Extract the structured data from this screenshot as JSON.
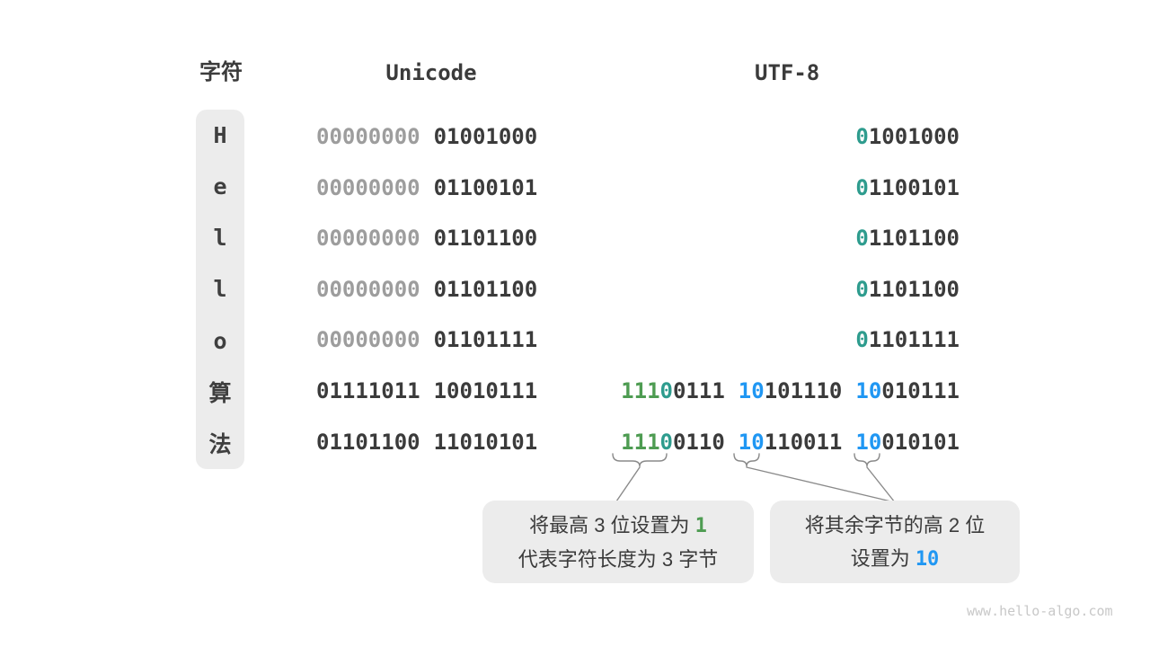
{
  "colors": {
    "dark": "#3B3B3B",
    "gray": "#9D9D9D",
    "teal": "#2E9C8E",
    "green": "#4E9C52",
    "blue": "#2097F3",
    "box_bg": "#ECECEC",
    "line": "#8A8A8A",
    "watermark": "#C8C8C8",
    "char_color": "#3F3F3F"
  },
  "headers": {
    "char": "字符",
    "unicode": "Unicode",
    "utf8": "UTF-8"
  },
  "rows": [
    {
      "char": "H",
      "u_gray": "00000000",
      "u_dark": "01001000",
      "b1_pre": "0",
      "b1_rest": "1001000"
    },
    {
      "char": "e",
      "u_gray": "00000000",
      "u_dark": "01100101",
      "b1_pre": "0",
      "b1_rest": "1100101"
    },
    {
      "char": "l",
      "u_gray": "00000000",
      "u_dark": "01101100",
      "b1_pre": "0",
      "b1_rest": "1101100"
    },
    {
      "char": "l",
      "u_gray": "00000000",
      "u_dark": "01101100",
      "b1_pre": "0",
      "b1_rest": "1101100"
    },
    {
      "char": "o",
      "u_gray": "00000000",
      "u_dark": "01101111",
      "b1_pre": "0",
      "b1_rest": "1101111"
    },
    {
      "char": "算",
      "u_b1": "01111011",
      "u_b2": "10010111",
      "b1_green": "111",
      "b1_teal": "0",
      "b1_rest": "0111",
      "b2_blue": "10",
      "b2_rest": "101110",
      "b3_blue": "10",
      "b3_rest": "010111"
    },
    {
      "char": "法",
      "u_b1": "01101100",
      "u_b2": "11010101",
      "b1_green": "111",
      "b1_teal": "0",
      "b1_rest": "0110",
      "b2_blue": "10",
      "b2_rest": "110011",
      "b3_blue": "10",
      "b3_rest": "010101"
    }
  ],
  "callouts": {
    "left": {
      "line1_text": "将最高 3 位设置为 ",
      "line1_highlight": "1",
      "line2": "代表字符长度为 3 字节"
    },
    "right": {
      "line1": "将其余字节的高 2 位",
      "line2_text": "设置为 ",
      "line2_highlight": "10"
    }
  },
  "watermark": "www.hello-algo.com"
}
